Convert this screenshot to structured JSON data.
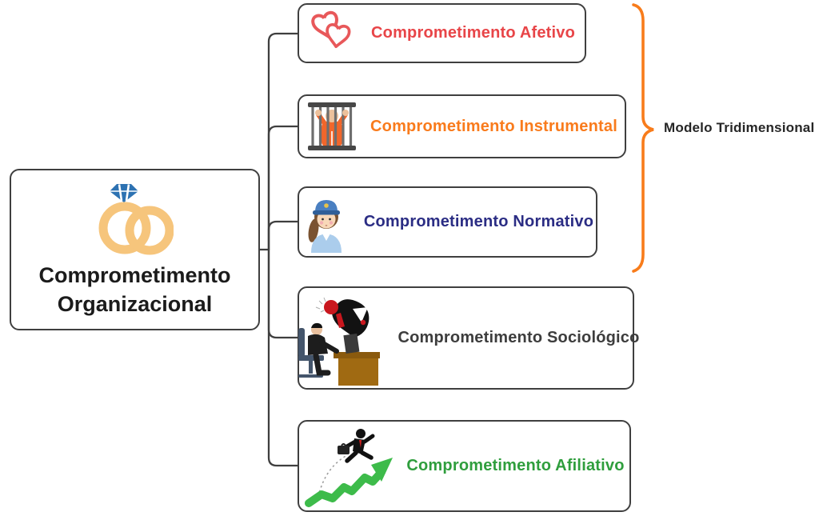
{
  "diagram": {
    "root": {
      "line1": "Comprometimento",
      "line2": "Organizacional",
      "icon": "wedding-rings-icon"
    },
    "branches": [
      {
        "label": "Comprometimento Afetivo",
        "color": "#e84548",
        "icon": "hearts-icon"
      },
      {
        "label": "Comprometimento Instrumental",
        "color": "#f97b1c",
        "icon": "prisoner-behind-bars-icon"
      },
      {
        "label": "Comprometimento Normativo",
        "color": "#2b2d84",
        "icon": "policewoman-icon"
      },
      {
        "label": "Comprometimento Sociológico",
        "color": "#3d3d3d",
        "icon": "boss-scolding-employee-icon"
      },
      {
        "label": "Comprometimento Afiliativo",
        "color": "#2f9e3d",
        "icon": "man-climbing-growth-arrow-icon"
      }
    ],
    "group_brace": {
      "label": "Modelo Tridimensional",
      "color": "#f87c1b",
      "label_color": "#262626",
      "member_indexes": [
        0,
        1,
        2
      ]
    },
    "connector_color": "#3f3f3f"
  }
}
